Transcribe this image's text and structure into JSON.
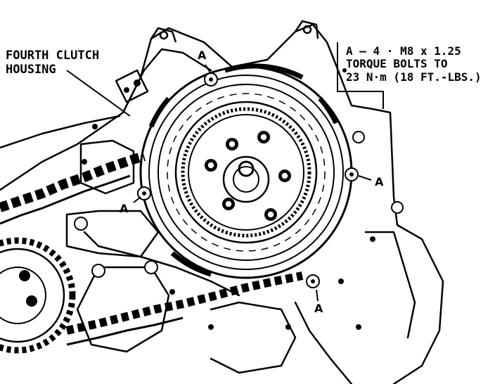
{
  "labels": {
    "fourth_clutch_line1": "FOURTH CLUTCH",
    "fourth_clutch_line2": "HOUSING",
    "spec_line1": "A – 4 · M8 x 1.25",
    "spec_line2": "TORQUE BOLTS TO",
    "spec_line3": "23 N·m (18 FT.-LBS.)",
    "bolt_marker": "A"
  },
  "colors": {
    "ink": "#000000",
    "paper": "#ffffff"
  }
}
